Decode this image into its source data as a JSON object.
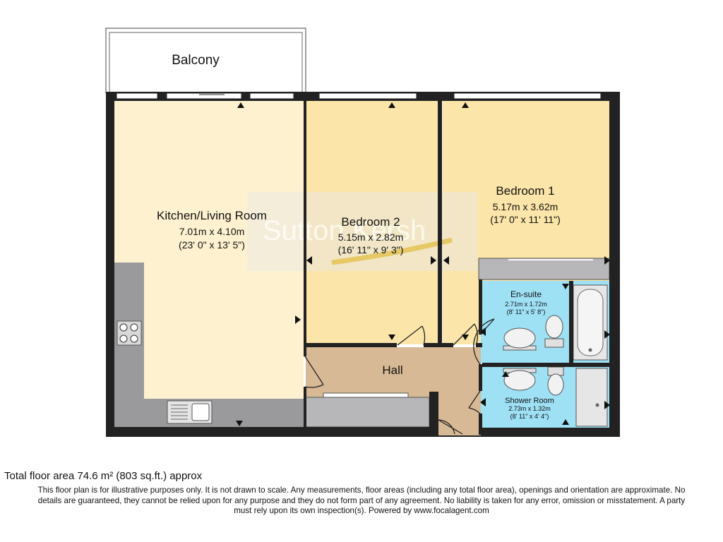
{
  "colors": {
    "wall": "#222222",
    "living_floor": "#fdf1cf",
    "bedroom_floor": "#fbe5a8",
    "hall_floor": "#d8b995",
    "bathroom_floor": "#9ee0f4",
    "worktop": "#9a9a9c",
    "wardrobe": "#b7b7b9",
    "fixture": "#dcdcdc",
    "watermark_box": "#e8e8e8",
    "watermark_swoosh": "#e3c35a"
  },
  "rooms": {
    "balcony": {
      "name": "Balcony"
    },
    "kitchen_living": {
      "name": "Kitchen/Living Room",
      "metric": "7.01m x 4.10m",
      "imperial": "(23' 0\" x 13' 5\")"
    },
    "bedroom_2": {
      "name": "Bedroom 2",
      "metric": "5.15m x 2.82m",
      "imperial": "(16' 11\" x 9' 3\")"
    },
    "bedroom_1": {
      "name": "Bedroom 1",
      "metric": "5.17m x 3.62m",
      "imperial": "(17' 0\" x 11' 11\")"
    },
    "en_suite": {
      "name": "En-suite",
      "metric": "2.71m x 1.72m",
      "imperial": "(8' 11\" x 5' 8\")"
    },
    "hall": {
      "name": "Hall"
    },
    "shower_room": {
      "name": "Shower Room",
      "metric": "2.73m x 1.32m",
      "imperial": "(8' 11\" x 4' 4\")"
    }
  },
  "watermark": {
    "text": "Sutton Kersh"
  },
  "footer": {
    "total_area": "Total floor area 74.6 m² (803 sq.ft.) approx",
    "disclaimer_line_1": "This floor plan is for illustrative purposes only. It is not drawn to scale. Any measurements, floor areas (including any total floor area), openings and orientation are approximate. No",
    "disclaimer_line_2": "details are guaranteed, they cannot be relied upon for any purpose and they do not form part of any agreement. No liability is taken for any error, omission or misstatement. A party",
    "disclaimer_line_3": "must rely upon its own inspection(s). Powered by www.focalagent.com"
  }
}
